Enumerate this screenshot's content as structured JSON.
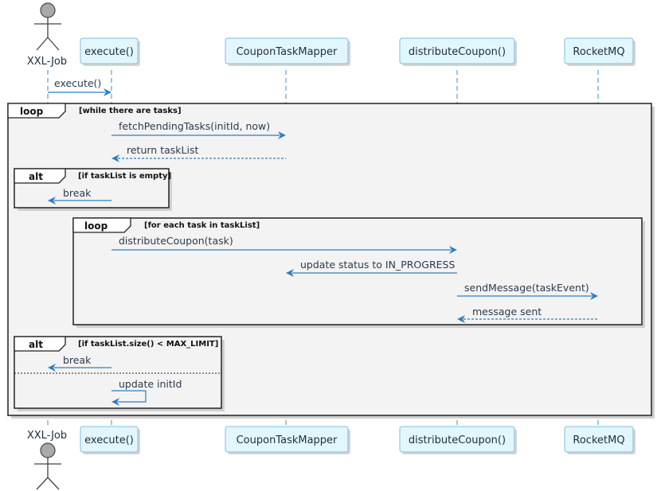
{
  "participants": {
    "actor": "XXL-Job",
    "execute": "execute()",
    "mapper": "CouponTaskMapper",
    "distribute": "distributeCoupon()",
    "mq": "RocketMQ"
  },
  "messages": {
    "m1": "execute()",
    "m2": "fetchPendingTasks(initId, now)",
    "m3": "return taskList",
    "m4": "break",
    "m5": "distributeCoupon(task)",
    "m6": "update status to IN_PROGRESS",
    "m7": "sendMessage(taskEvent)",
    "m8": "message sent",
    "m9": "break",
    "m10": "update initId"
  },
  "fragments": {
    "outer_loop": {
      "kind": "loop",
      "condition": "[while there are tasks]"
    },
    "alt_empty": {
      "kind": "alt",
      "condition": "[if taskList is empty]"
    },
    "inner_loop": {
      "kind": "loop",
      "condition": "[for each task in taskList]"
    },
    "alt_size": {
      "kind": "alt",
      "condition": "[if taskList.size() < MAX_LIMIT]"
    }
  }
}
